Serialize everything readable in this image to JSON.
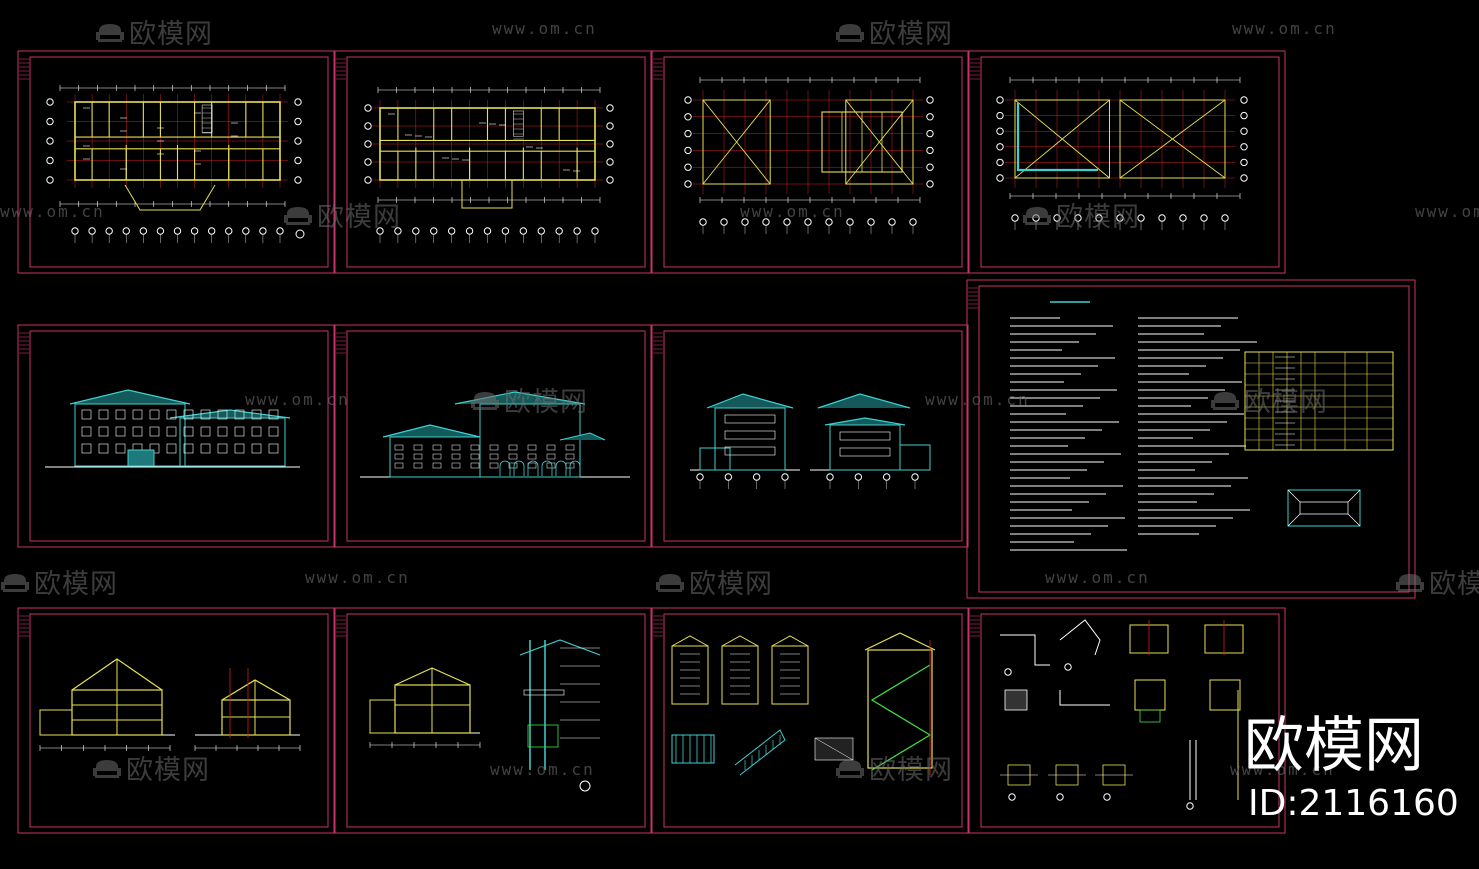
{
  "watermark": {
    "brand": "欧模网",
    "url": "www.om.cn",
    "id": "ID:2116160"
  },
  "colors": {
    "background": "#000000",
    "frame": "#c8326a",
    "wall": "#e8e050",
    "room": "#ffffff",
    "axis": "#ffffff",
    "roof": "#40d0d0",
    "grid": "#d02020",
    "accent": "#ff40ff",
    "green": "#40e040",
    "watermark": "#6e6e6e"
  }
}
